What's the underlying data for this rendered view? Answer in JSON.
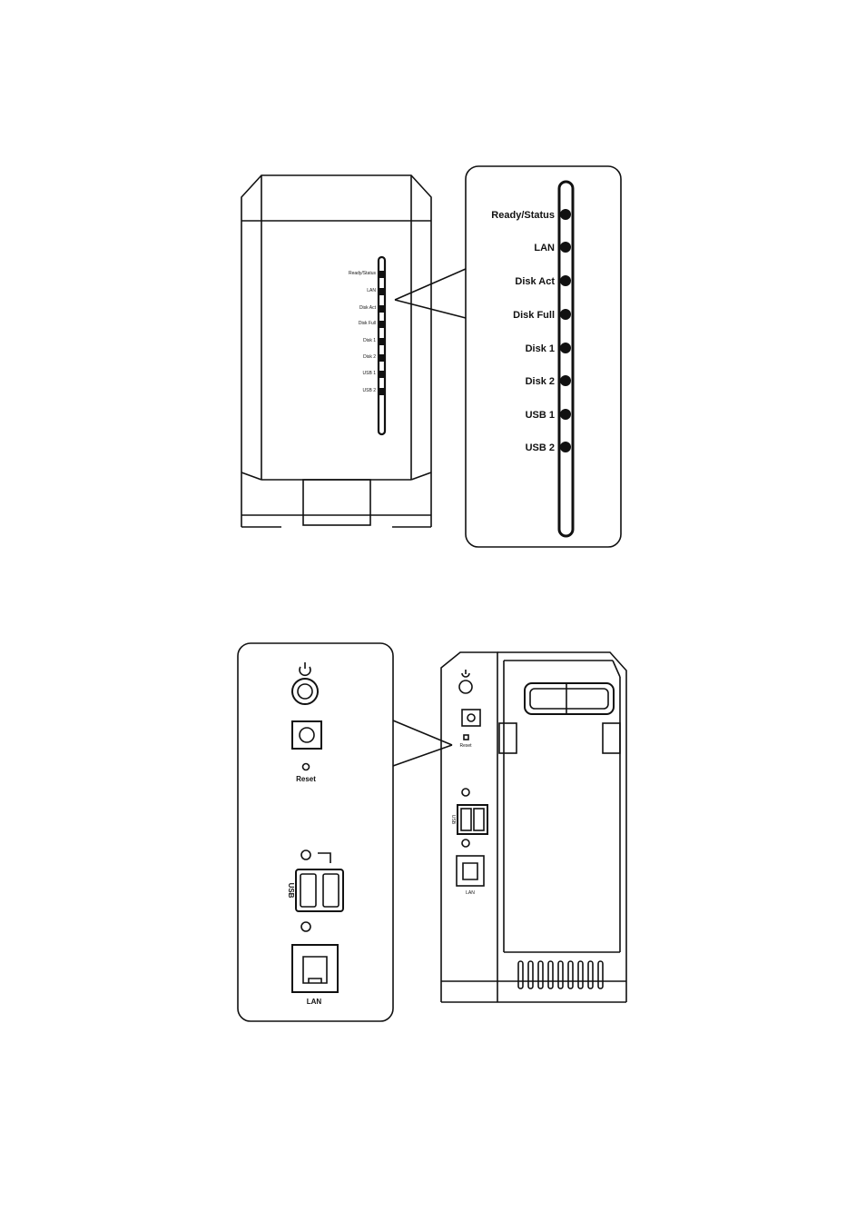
{
  "front_view": {
    "small_led_labels": [
      "Ready/Status",
      "LAN",
      "Disk Act",
      "Disk Full",
      "Disk 1",
      "Disk 2",
      "USB 1",
      "USB 2"
    ]
  },
  "led_callout": {
    "labels": [
      "Ready/Status",
      "LAN",
      "Disk Act",
      "Disk Full",
      "Disk 1",
      "Disk 2",
      "USB 1",
      "USB 2"
    ]
  },
  "rear_callout": {
    "power_icon": "power-icon",
    "reset_label": "Reset",
    "usb_label": "USB",
    "lan_label": "LAN"
  },
  "rear_view": {
    "reset_label": "Reset",
    "usb_label": "USB",
    "lan_label": "LAN"
  }
}
